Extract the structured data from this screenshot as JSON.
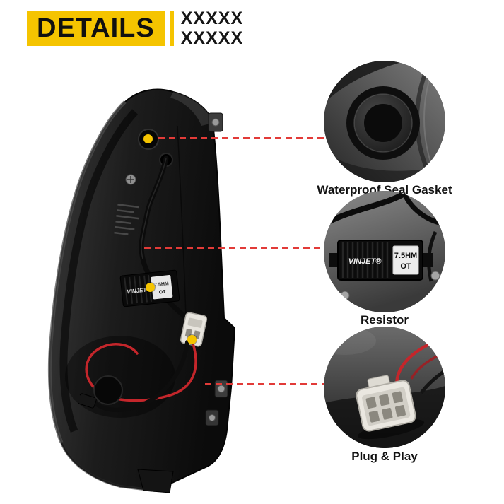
{
  "header": {
    "badge": "DETAILS",
    "line1": "XXXXX",
    "line2": "XXXXX"
  },
  "colors": {
    "accent_yellow": "#F5C400",
    "callout_red": "#E23B38"
  },
  "callouts": [
    {
      "label": "Waterproof Seal Gasket"
    },
    {
      "label": "Resistor"
    },
    {
      "label": "Plug & Play"
    }
  ],
  "resistor": {
    "brand": "VINJET®",
    "brand_plain": "VINJET",
    "value_top": "7.5HM",
    "value_bottom": "OT"
  }
}
